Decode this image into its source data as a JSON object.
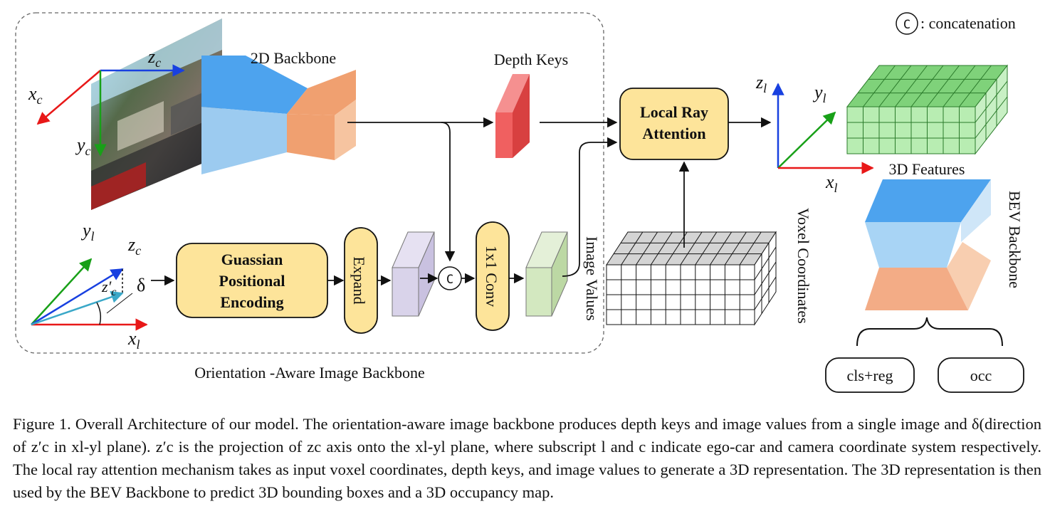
{
  "legend": {
    "symbol": "C",
    "label": ": concatenation"
  },
  "group": {
    "label": "Orientation -Aware Image Backbone"
  },
  "labels": {
    "backbone_2d": "2D Backbone",
    "depth_keys": "Depth Keys",
    "image_values": "Image Values",
    "voxel_coordinates": "Voxel Coordinates",
    "features_3d": "3D Features",
    "bev_backbone": "BEV Backbone",
    "delta": "δ"
  },
  "boxes": {
    "local_ray_line1": "Local Ray",
    "local_ray_line2": "Attention",
    "gpe_line1": "Guassian",
    "gpe_line2": "Positional",
    "gpe_line3": "Encoding",
    "expand": "Expand",
    "conv": "1x1 Conv",
    "concat_symbol": "C"
  },
  "outputs": {
    "cls_reg": "cls+reg",
    "occ": "occ"
  },
  "axes": {
    "camera": {
      "x": "x",
      "x_sub": "c",
      "y": "y",
      "y_sub": "c",
      "z": "z",
      "z_sub": "c"
    },
    "orientation": {
      "y": "y",
      "y_sub": "l",
      "z": "z",
      "z_sub": "c",
      "zp": "z′",
      "zp_sub": "c",
      "x": "x",
      "x_sub": "l"
    },
    "lidar": {
      "z": "z",
      "z_sub": "l",
      "y": "y",
      "y_sub": "l",
      "x": "x",
      "x_sub": "l"
    }
  },
  "caption": {
    "text": "Figure 1. Overall Architecture of our model. The orientation-aware image backbone produces depth keys and image values from a single image and δ(direction of z′c in xl-yl plane). z′c is the projection of zc axis onto the xl-yl plane, where subscript l and c indicate ego-car and camera coordinate system respectively. The local ray attention mechanism takes as input voxel coordinates, depth keys, and image values to generate a 3D representation. The 3D representation is then used by the BEV Backbone to predict 3D bounding boxes and a 3D occupancy map."
  },
  "colors": {
    "backbone_blue": "#4da3ee",
    "backbone_light_blue": "#9ccbf0",
    "backbone_orange": "#f0a070",
    "depth_keys_red": "#f06060",
    "box_yellow": "#fde49a",
    "feature_purple": "#d9d3ea",
    "feature_green": "#d3e8c0",
    "grid_green": "#8fd88f",
    "axis_red": "#e81818",
    "axis_green": "#18a018",
    "axis_blue": "#1840e0",
    "axis_teal": "#3aa8c8"
  }
}
